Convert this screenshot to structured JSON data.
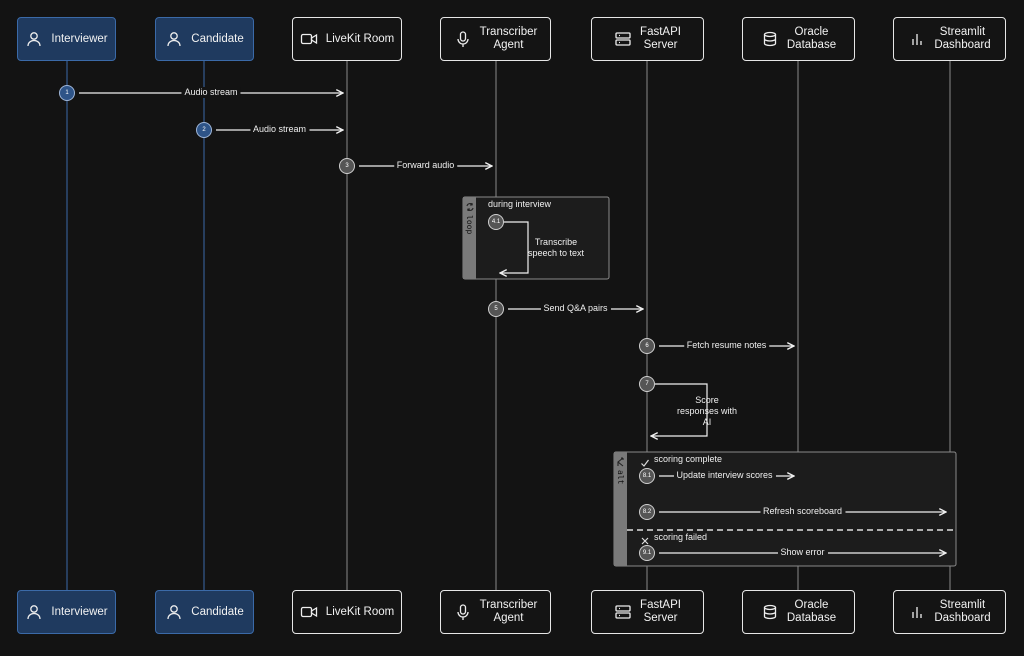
{
  "participants": [
    {
      "id": "interviewer",
      "name": "Interviewer",
      "icon": "user-icon"
    },
    {
      "id": "candidate",
      "name": "Candidate",
      "icon": "user-icon"
    },
    {
      "id": "livekit",
      "name": "LiveKit Room",
      "icon": "video-icon"
    },
    {
      "id": "transcriber",
      "name": "Transcriber\nAgent",
      "icon": "microphone-icon"
    },
    {
      "id": "fastapi",
      "name": "FastAPI\nServer",
      "icon": "server-icon"
    },
    {
      "id": "oracle",
      "name": "Oracle\nDatabase",
      "icon": "database-icon"
    },
    {
      "id": "streamlit",
      "name": "Streamlit\nDashboard",
      "icon": "bar-chart-icon"
    }
  ],
  "messages": [
    {
      "num": "1",
      "from": "interviewer",
      "to": "livekit",
      "label": "Audio stream"
    },
    {
      "num": "2",
      "from": "candidate",
      "to": "livekit",
      "label": "Audio stream"
    },
    {
      "num": "3",
      "from": "livekit",
      "to": "transcriber",
      "label": "Forward audio"
    },
    {
      "num": "4.1",
      "from": "transcriber",
      "to": "transcriber",
      "label": "Transcribe\nspeech to text",
      "self": true
    },
    {
      "num": "5",
      "from": "transcriber",
      "to": "fastapi",
      "label": "Send Q&A pairs"
    },
    {
      "num": "6",
      "from": "fastapi",
      "to": "oracle",
      "label": "Fetch resume notes"
    },
    {
      "num": "7",
      "from": "fastapi",
      "to": "fastapi",
      "label": "Score\nresponses with\nAI",
      "self": true
    },
    {
      "num": "8.1",
      "from": "fastapi",
      "to": "oracle",
      "label": "Update interview scores"
    },
    {
      "num": "8.2",
      "from": "fastapi",
      "to": "streamlit",
      "label": "Refresh scoreboard"
    },
    {
      "num": "9.1",
      "from": "fastapi",
      "to": "streamlit",
      "label": "Show error"
    }
  ],
  "frames": {
    "loop": {
      "keyword": "loop",
      "title": "during interview"
    },
    "alt": {
      "keyword": "alt",
      "title": "scoring complete",
      "else_title": "scoring failed"
    }
  },
  "colors": {
    "background": "#131313",
    "human_fill": "#1f3a5f",
    "human_border": "#3b6aa8",
    "human_lifeline": "#3b6aa8"
  }
}
